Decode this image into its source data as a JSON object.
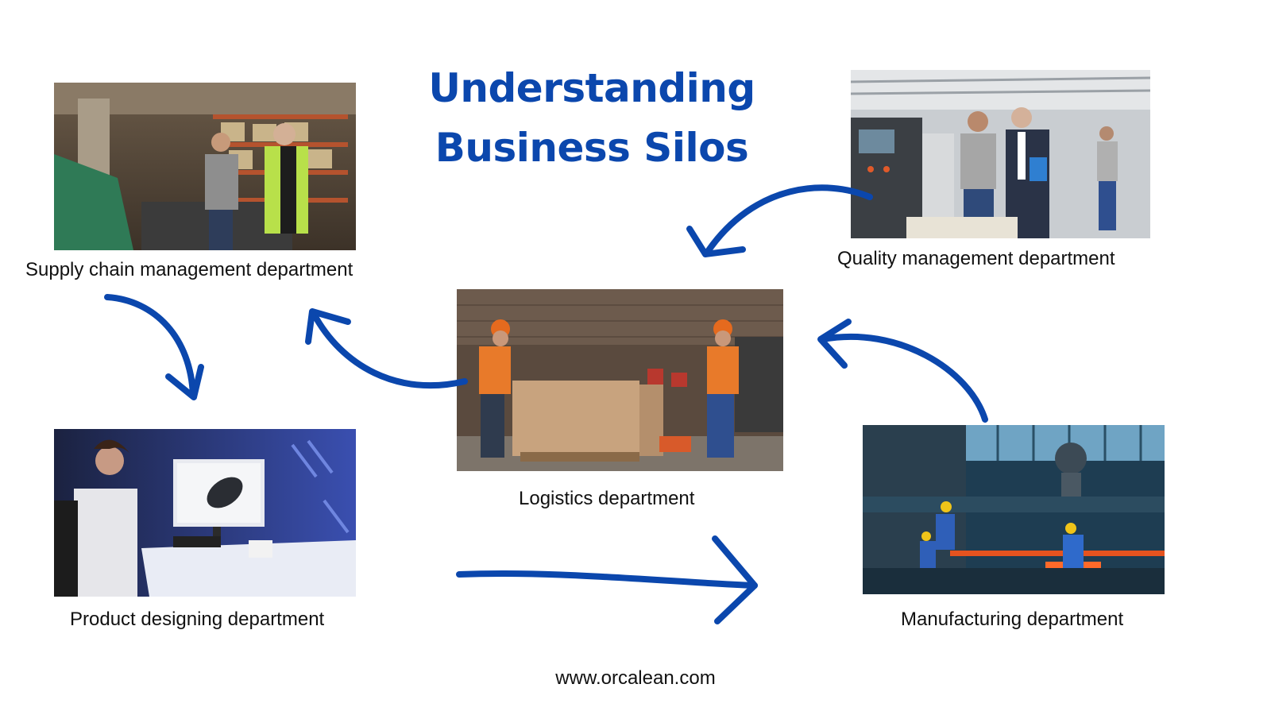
{
  "title": {
    "line1": "Understanding",
    "line2": "Business Silos"
  },
  "departments": {
    "supply_chain": "Supply chain management department",
    "quality": "Quality management department",
    "logistics": "Logistics department",
    "product_design": "Product designing department",
    "manufacturing": "Manufacturing department"
  },
  "footer": {
    "url": "www.orcalean.com"
  },
  "colors": {
    "accent": "#0b47ad",
    "text": "#111111",
    "background": "#ffffff"
  }
}
